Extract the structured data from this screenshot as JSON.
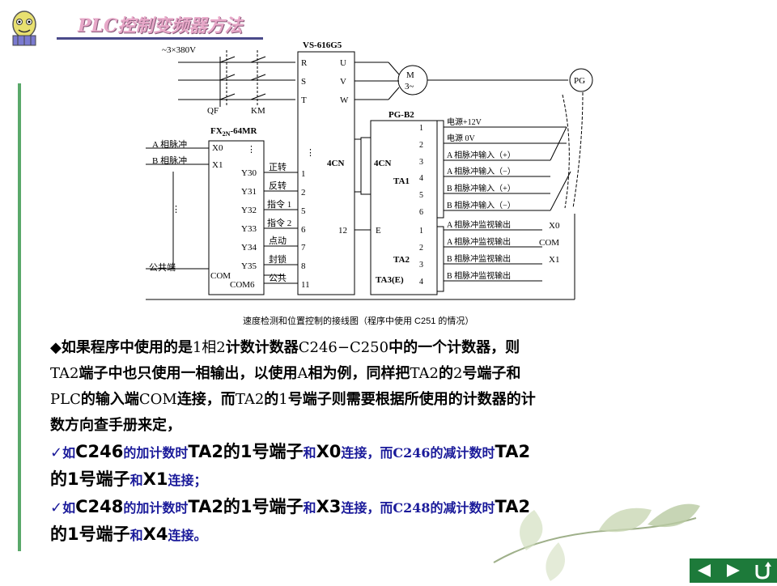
{
  "header": {
    "title": "PLC控制变频器方法"
  },
  "diagram": {
    "supply": "~3×380V",
    "inverter": "VS-616G5",
    "inverter_in": [
      "R",
      "S",
      "T"
    ],
    "inverter_out": [
      "U",
      "V",
      "W"
    ],
    "qf": "QF",
    "km": "KM",
    "motor": "M",
    "motor_sub": "3~",
    "pg": "PG",
    "plc_name": "FX",
    "plc_sub": "2N",
    "plc_suffix": "-64MR",
    "pgb2": "PG-B2",
    "cn_left": "4CN",
    "cn_right": "4CN",
    "ta1": "TA1",
    "ta2": "TA2",
    "ta3": "TA3(E)",
    "in_a": "A 相脉冲",
    "in_b": "B 相脉冲",
    "x0": "X0",
    "x1": "X1",
    "common": "公共端",
    "com": "COM",
    "com6": "COM6",
    "dots": "⋮",
    "y_list": [
      "Y30",
      "Y31",
      "Y32",
      "Y33",
      "Y34",
      "Y35"
    ],
    "func_list": [
      "正转",
      "反转",
      "指令 1",
      "指令 2",
      "点动",
      "封锁",
      "公共"
    ],
    "inv_terms": [
      "1",
      "2",
      "5",
      "6",
      "7",
      "8",
      "11"
    ],
    "t12": "12",
    "e": "E",
    "ta1_nums": [
      "1",
      "2",
      "3",
      "4",
      "5",
      "6"
    ],
    "ta1_labels": [
      "电源+12V",
      "电源 0V",
      "A 相脉冲输入（+）",
      "A 相脉冲输入（−）",
      "B 相脉冲输入（+）",
      "B 相脉冲输入（−）"
    ],
    "ta2_nums": [
      "1",
      "2",
      "3",
      "4"
    ],
    "ta2_labels": [
      "A 相脉冲监视输出",
      "A 相脉冲监视输出",
      "B 相脉冲监视输出",
      "B 相脉冲监视输出"
    ],
    "right_x0": "X0",
    "right_com": "COM",
    "right_x1": "X1",
    "caption": "速度检测和位置控制的接线图（程序中使用 C251 的情况）"
  },
  "para": {
    "bullet": "◆",
    "p1a": "如果程序中使用的是",
    "p1b": "1相2",
    "p1c": "计数计数器",
    "p1d": "C246−C250",
    "p1e": "中的一个计数器，则",
    "p2a": "TA2",
    "p2b": "端子中也只使用一相输出，以使用",
    "p2c": "A",
    "p2d": "相为例，同样把",
    "p2e": "TA2",
    "p2f": "的",
    "p2g": "2",
    "p2h": "号端子和",
    "p3a": "PLC",
    "p3b": "的输入端",
    "p3c": "COM",
    "p3d": "连接，而",
    "p3e": "TA2",
    "p3f": "的",
    "p3g": "1",
    "p3h": "号端子则需要根据所使用的计数器的计",
    "p4": "数方向查手册来定，",
    "check": "✓",
    "l1a": "如",
    "l1b": "C246",
    "l1c": "的加计数时",
    "l1d": "TA2的1号端子",
    "l1e": "和",
    "l1f": "X0",
    "l1g": "连接，而",
    "l1h": "C246",
    "l1i": "的减计数时",
    "l1j": "TA2",
    "l2a": "的1号端子",
    "l2b": "和",
    "l2c": "X1",
    "l2d": "连接；",
    "l3a": "如",
    "l3b": "C248",
    "l3c": "的加计数时",
    "l3d": "TA2的1号端子",
    "l3e": "和",
    "l3f": "X3",
    "l3g": "连接，而",
    "l3h": "C248",
    "l3i": "的减计数时",
    "l3j": "TA2",
    "l4a": "的1号端子",
    "l4b": "和",
    "l4c": "X4",
    "l4d": "连接。"
  },
  "nav": {
    "prev_icon": "left-triangle-icon",
    "next_icon": "right-triangle-icon",
    "return_icon": "return-icon",
    "color": "#1d7a3a"
  }
}
